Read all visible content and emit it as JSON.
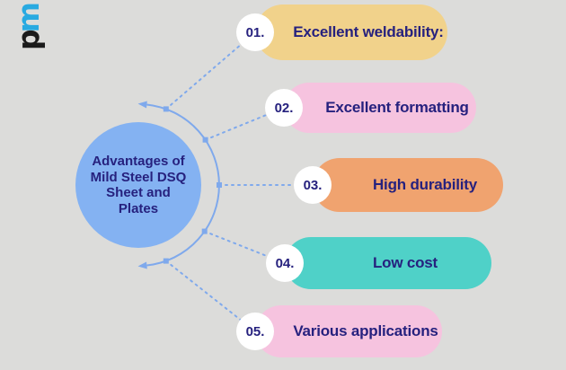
{
  "colors": {
    "background": "#dcdcda",
    "text": "#26217e",
    "connector": "#7fa9ec",
    "center_circle_bg": "#84b2f2",
    "number_circle_bg": "#ffffff",
    "logo_p": "#1b1b1b",
    "logo_m": "#29aae1"
  },
  "logo": {
    "letter_p": "p",
    "letter_m": "m"
  },
  "center_circle": {
    "title": "Advantages of Mild Steel DSQ Sheet and Plates",
    "lines": [
      "Advantages of",
      "Mild Steel DSQ",
      "Sheet and",
      "Plates"
    ]
  },
  "items": [
    {
      "number": "01.",
      "label": "Excellent weldability:",
      "pill_color": "#f1d28b"
    },
    {
      "number": "02.",
      "label": "Excellent formatting",
      "pill_color": "#f6c3df"
    },
    {
      "number": "03.",
      "label": "High durability",
      "pill_color": "#f0a36f"
    },
    {
      "number": "04.",
      "label": "Low cost",
      "pill_color": "#4fd1c8"
    },
    {
      "number": "05.",
      "label": "Various applications",
      "pill_color": "#f6c3df"
    }
  ]
}
